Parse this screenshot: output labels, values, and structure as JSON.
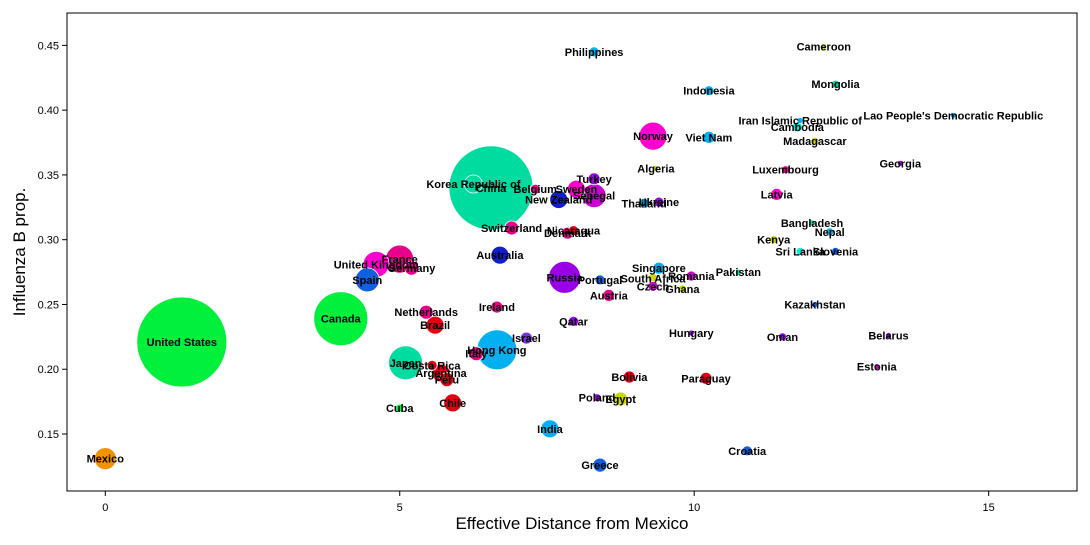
{
  "chart_data": {
    "type": "scatter",
    "title": "",
    "xlabel": "Effective Distance from Mexico",
    "ylabel": "Influenza B prop.",
    "xlim": [
      -0.65,
      16.5
    ],
    "ylim": [
      0.106,
      0.475
    ],
    "xticks": [
      0,
      5,
      10,
      15
    ],
    "yticks": [
      0.15,
      0.2,
      0.25,
      0.3,
      0.35,
      0.4,
      0.45
    ],
    "grid": false,
    "legend": "none",
    "points": [
      {
        "label": "Mexico",
        "x": 0.0,
        "y": 0.131,
        "size": 11,
        "color": "#f39200"
      },
      {
        "label": "United States",
        "x": 1.3,
        "y": 0.221,
        "size": 45,
        "color": "#00f03c"
      },
      {
        "label": "Canada",
        "x": 4.0,
        "y": 0.239,
        "size": 27,
        "color": "#00f03c"
      },
      {
        "label": "Spain",
        "x": 4.45,
        "y": 0.269,
        "size": 12,
        "color": "#1060e0"
      },
      {
        "label": "United Kingdom",
        "x": 4.6,
        "y": 0.281,
        "size": 13,
        "color": "#ff00d0"
      },
      {
        "label": "France",
        "x": 5.0,
        "y": 0.285,
        "size": 14,
        "color": "#e8008a"
      },
      {
        "label": "Germany",
        "x": 5.2,
        "y": 0.278,
        "size": 7,
        "color": "#e8008a"
      },
      {
        "label": "Netherlands",
        "x": 5.45,
        "y": 0.244,
        "size": 7,
        "color": "#e8008a"
      },
      {
        "label": "Brazil",
        "x": 5.6,
        "y": 0.234,
        "size": 9,
        "color": "#e00010"
      },
      {
        "label": "Japan",
        "x": 5.1,
        "y": 0.205,
        "size": 17,
        "color": "#00dba0"
      },
      {
        "label": "Costa Rica",
        "x": 5.55,
        "y": 0.203,
        "size": 5,
        "color": "#e00010"
      },
      {
        "label": "Argentina",
        "x": 5.7,
        "y": 0.197,
        "size": 9,
        "color": "#e00010"
      },
      {
        "label": "Peru",
        "x": 5.8,
        "y": 0.192,
        "size": 7,
        "color": "#e00010"
      },
      {
        "label": "Chile",
        "x": 5.9,
        "y": 0.174,
        "size": 9,
        "color": "#e00010"
      },
      {
        "label": "Cuba",
        "x": 5.0,
        "y": 0.17,
        "size": 4,
        "color": "#00f03c"
      },
      {
        "label": "Korea Republic of",
        "x": 6.25,
        "y": 0.343,
        "size": 9,
        "color": "#00dba0"
      },
      {
        "label": "China",
        "x": 6.55,
        "y": 0.34,
        "size": 42,
        "color": "#00dba0"
      },
      {
        "label": "Switzerland",
        "x": 6.9,
        "y": 0.309,
        "size": 7,
        "color": "#e8008a"
      },
      {
        "label": "Australia",
        "x": 6.7,
        "y": 0.288,
        "size": 9,
        "color": "#1020c8"
      },
      {
        "label": "Ireland",
        "x": 6.65,
        "y": 0.248,
        "size": 6,
        "color": "#e8008a"
      },
      {
        "label": "Hong Kong",
        "x": 6.65,
        "y": 0.215,
        "size": 20,
        "color": "#00b0f0"
      },
      {
        "label": "Italy",
        "x": 6.3,
        "y": 0.212,
        "size": 7,
        "color": "#e8008a"
      },
      {
        "label": "Israel",
        "x": 7.15,
        "y": 0.224,
        "size": 6,
        "color": "#7a30e0"
      },
      {
        "label": "Belgium",
        "x": 7.3,
        "y": 0.339,
        "size": 5,
        "color": "#e8008a"
      },
      {
        "label": "New Zealand",
        "x": 7.7,
        "y": 0.331,
        "size": 9,
        "color": "#1020c8"
      },
      {
        "label": "Sweden",
        "x": 8.0,
        "y": 0.339,
        "size": 9,
        "color": "#ff00d0"
      },
      {
        "label": "Turkey",
        "x": 8.3,
        "y": 0.347,
        "size": 6,
        "color": "#9a00e8"
      },
      {
        "label": "Senegal",
        "x": 8.3,
        "y": 0.334,
        "size": 12,
        "color": "#cc00d0"
      },
      {
        "label": "Nicaragua",
        "x": 7.95,
        "y": 0.307,
        "size": 5,
        "color": "#e00010"
      },
      {
        "label": "Denmark",
        "x": 7.85,
        "y": 0.305,
        "size": 6,
        "color": "#e8008a"
      },
      {
        "label": "Russia",
        "x": 7.8,
        "y": 0.271,
        "size": 16,
        "color": "#9a00e8"
      },
      {
        "label": "Portugal",
        "x": 8.4,
        "y": 0.269,
        "size": 5,
        "color": "#1060e0"
      },
      {
        "label": "Austria",
        "x": 8.55,
        "y": 0.257,
        "size": 6,
        "color": "#e8008a"
      },
      {
        "label": "Qatar",
        "x": 7.95,
        "y": 0.237,
        "size": 5,
        "color": "#9a00e8"
      },
      {
        "label": "Bolivia",
        "x": 8.9,
        "y": 0.194,
        "size": 6,
        "color": "#e00010"
      },
      {
        "label": "Poland",
        "x": 8.35,
        "y": 0.178,
        "size": 4,
        "color": "#9a00e8"
      },
      {
        "label": "Egypt",
        "x": 8.75,
        "y": 0.177,
        "size": 7,
        "color": "#c8d800"
      },
      {
        "label": "India",
        "x": 7.55,
        "y": 0.154,
        "size": 9,
        "color": "#00b0f0"
      },
      {
        "label": "Greece",
        "x": 8.4,
        "y": 0.126,
        "size": 7,
        "color": "#1060e0"
      },
      {
        "label": "Philippines",
        "x": 8.3,
        "y": 0.445,
        "size": 5,
        "color": "#00b0f0"
      },
      {
        "label": "Norway",
        "x": 9.3,
        "y": 0.38,
        "size": 14,
        "color": "#ff00d0"
      },
      {
        "label": "Algeria",
        "x": 9.35,
        "y": 0.355,
        "size": 3,
        "color": "#c8d800"
      },
      {
        "label": "Ukraine",
        "x": 9.4,
        "y": 0.329,
        "size": 5,
        "color": "#9a00e8"
      },
      {
        "label": "Thailand",
        "x": 9.15,
        "y": 0.328,
        "size": 5,
        "color": "#00b0f0"
      },
      {
        "label": "Singapore",
        "x": 9.4,
        "y": 0.278,
        "size": 6,
        "color": "#00b0f0"
      },
      {
        "label": "South Africa",
        "x": 9.3,
        "y": 0.27,
        "size": 5,
        "color": "#c8d800"
      },
      {
        "label": "Czech",
        "x": 9.3,
        "y": 0.264,
        "size": 5,
        "color": "#cc00d0"
      },
      {
        "label": "Ghana",
        "x": 9.8,
        "y": 0.262,
        "size": 4,
        "color": "#c8d800"
      },
      {
        "label": "Romania",
        "x": 9.95,
        "y": 0.272,
        "size": 5,
        "color": "#cc00d0"
      },
      {
        "label": "Pakistan",
        "x": 10.75,
        "y": 0.275,
        "size": 3,
        "color": "#00dba0"
      },
      {
        "label": "Indonesia",
        "x": 10.25,
        "y": 0.415,
        "size": 5,
        "color": "#00b0f0"
      },
      {
        "label": "Viet Nam",
        "x": 10.25,
        "y": 0.379,
        "size": 6,
        "color": "#00b0f0"
      },
      {
        "label": "Hungary",
        "x": 9.95,
        "y": 0.228,
        "size": 3,
        "color": "#9a00e8"
      },
      {
        "label": "Paraguay",
        "x": 10.2,
        "y": 0.193,
        "size": 6,
        "color": "#e00010"
      },
      {
        "label": "Croatia",
        "x": 10.9,
        "y": 0.137,
        "size": 5,
        "color": "#1060e0"
      },
      {
        "label": "Cameroon",
        "x": 12.2,
        "y": 0.449,
        "size": 3,
        "color": "#c8d800"
      },
      {
        "label": "Mongolia",
        "x": 12.4,
        "y": 0.42,
        "size": 4,
        "color": "#00dba0"
      },
      {
        "label": "Iran Islamic Republic of",
        "x": 11.8,
        "y": 0.392,
        "size": 3,
        "color": "#00b0f0"
      },
      {
        "label": "Cambodia",
        "x": 11.75,
        "y": 0.387,
        "size": 5,
        "color": "#00f0e0"
      },
      {
        "label": "Madagascar",
        "x": 12.05,
        "y": 0.376,
        "size": 4,
        "color": "#c8d800"
      },
      {
        "label": "Luxembourg",
        "x": 11.55,
        "y": 0.354,
        "size": 4,
        "color": "#e8008a"
      },
      {
        "label": "Latvia",
        "x": 11.4,
        "y": 0.335,
        "size": 6,
        "color": "#ff00d0"
      },
      {
        "label": "Bangladesh",
        "x": 12.0,
        "y": 0.313,
        "size": 3,
        "color": "#00dba0"
      },
      {
        "label": "Nepal",
        "x": 12.3,
        "y": 0.306,
        "size": 4,
        "color": "#00b0f0"
      },
      {
        "label": "Kenya",
        "x": 11.35,
        "y": 0.3,
        "size": 4,
        "color": "#c8d800"
      },
      {
        "label": "Sri Lanka",
        "x": 11.8,
        "y": 0.291,
        "size": 4,
        "color": "#00f0e0"
      },
      {
        "label": "Slovenia",
        "x": 12.4,
        "y": 0.291,
        "size": 4,
        "color": "#1060e0"
      },
      {
        "label": "Kazakhstan",
        "x": 12.05,
        "y": 0.25,
        "size": 3,
        "color": "#1060e0"
      },
      {
        "label": "Oman",
        "x": 11.5,
        "y": 0.225,
        "size": 4,
        "color": "#9a00e8"
      },
      {
        "label": "Belarus",
        "x": 13.3,
        "y": 0.226,
        "size": 3,
        "color": "#9a00e8"
      },
      {
        "label": "Estonia",
        "x": 13.1,
        "y": 0.202,
        "size": 3,
        "color": "#cc00d0"
      },
      {
        "label": "Georgia",
        "x": 13.5,
        "y": 0.359,
        "size": 3,
        "color": "#9a00e8"
      },
      {
        "label": "Lao People's Democratic Republic",
        "x": 14.4,
        "y": 0.396,
        "size": 3,
        "color": "#00b0f0"
      }
    ]
  }
}
